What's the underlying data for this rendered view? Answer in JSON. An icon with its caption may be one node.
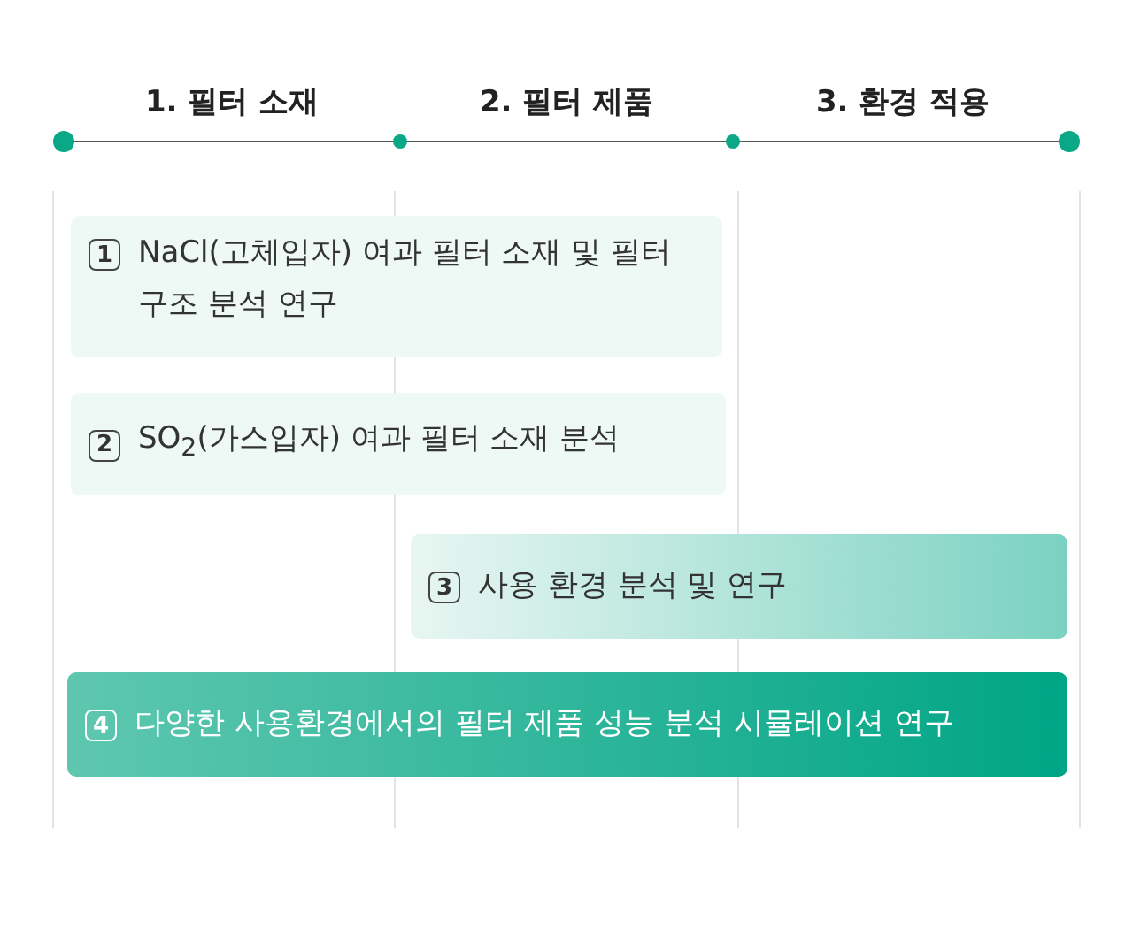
{
  "diagram": {
    "nodes": [
      {
        "text": [
          "1",
          "NaCl(고체입자) 여과 필터 소재 및 필터 구조 분석 연구"
        ]
      },
      {
        "text": [
          "2",
          "SO$_{2}$(가스입자) 여과 필터 소재 분석"
        ]
      },
      {
        "text": [
          "3",
          "사용 환경 분석 및 연구"
        ]
      },
      {
        "text": [
          "4",
          "다양한 사용환경에서의 필터 제품 성능 분석 시뮬레이션 연구"
        ]
      }
    ],
    "labels": [
      "1. 필터 소재",
      "2. 필터 제품",
      "3. 환경 적용"
    ]
  }
}
